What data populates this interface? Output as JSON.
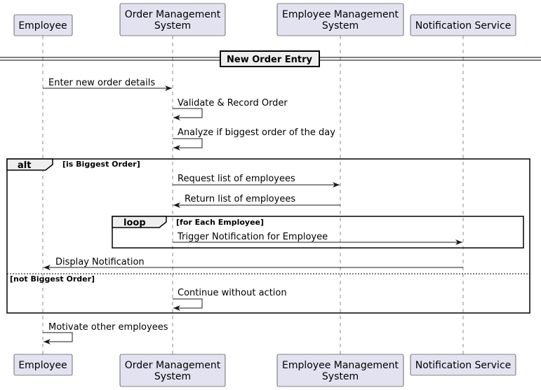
{
  "participants": [
    {
      "id": "employee",
      "lines": [
        "Employee"
      ]
    },
    {
      "id": "oms",
      "lines": [
        "Order Management",
        "System"
      ]
    },
    {
      "id": "ems",
      "lines": [
        "Employee Management",
        "System"
      ]
    },
    {
      "id": "ns",
      "lines": [
        "Notification Service"
      ]
    }
  ],
  "divider": {
    "label": "New Order Entry"
  },
  "messages": {
    "enter_order": "Enter new order details",
    "validate": "Validate & Record Order",
    "analyze": "Analyze if biggest order of the day",
    "request_list": "Request list of employees",
    "return_list": "Return list of employees",
    "trigger": "Trigger Notification for Employee",
    "display": "Display Notification",
    "continue": "Continue without action",
    "motivate": "Motivate other employees"
  },
  "alt_frame": {
    "keyword": "alt",
    "guard": "[is Biggest Order]",
    "else_guard": "[not Biggest Order]"
  },
  "loop_frame": {
    "keyword": "loop",
    "guard": "[for Each Employee]"
  }
}
